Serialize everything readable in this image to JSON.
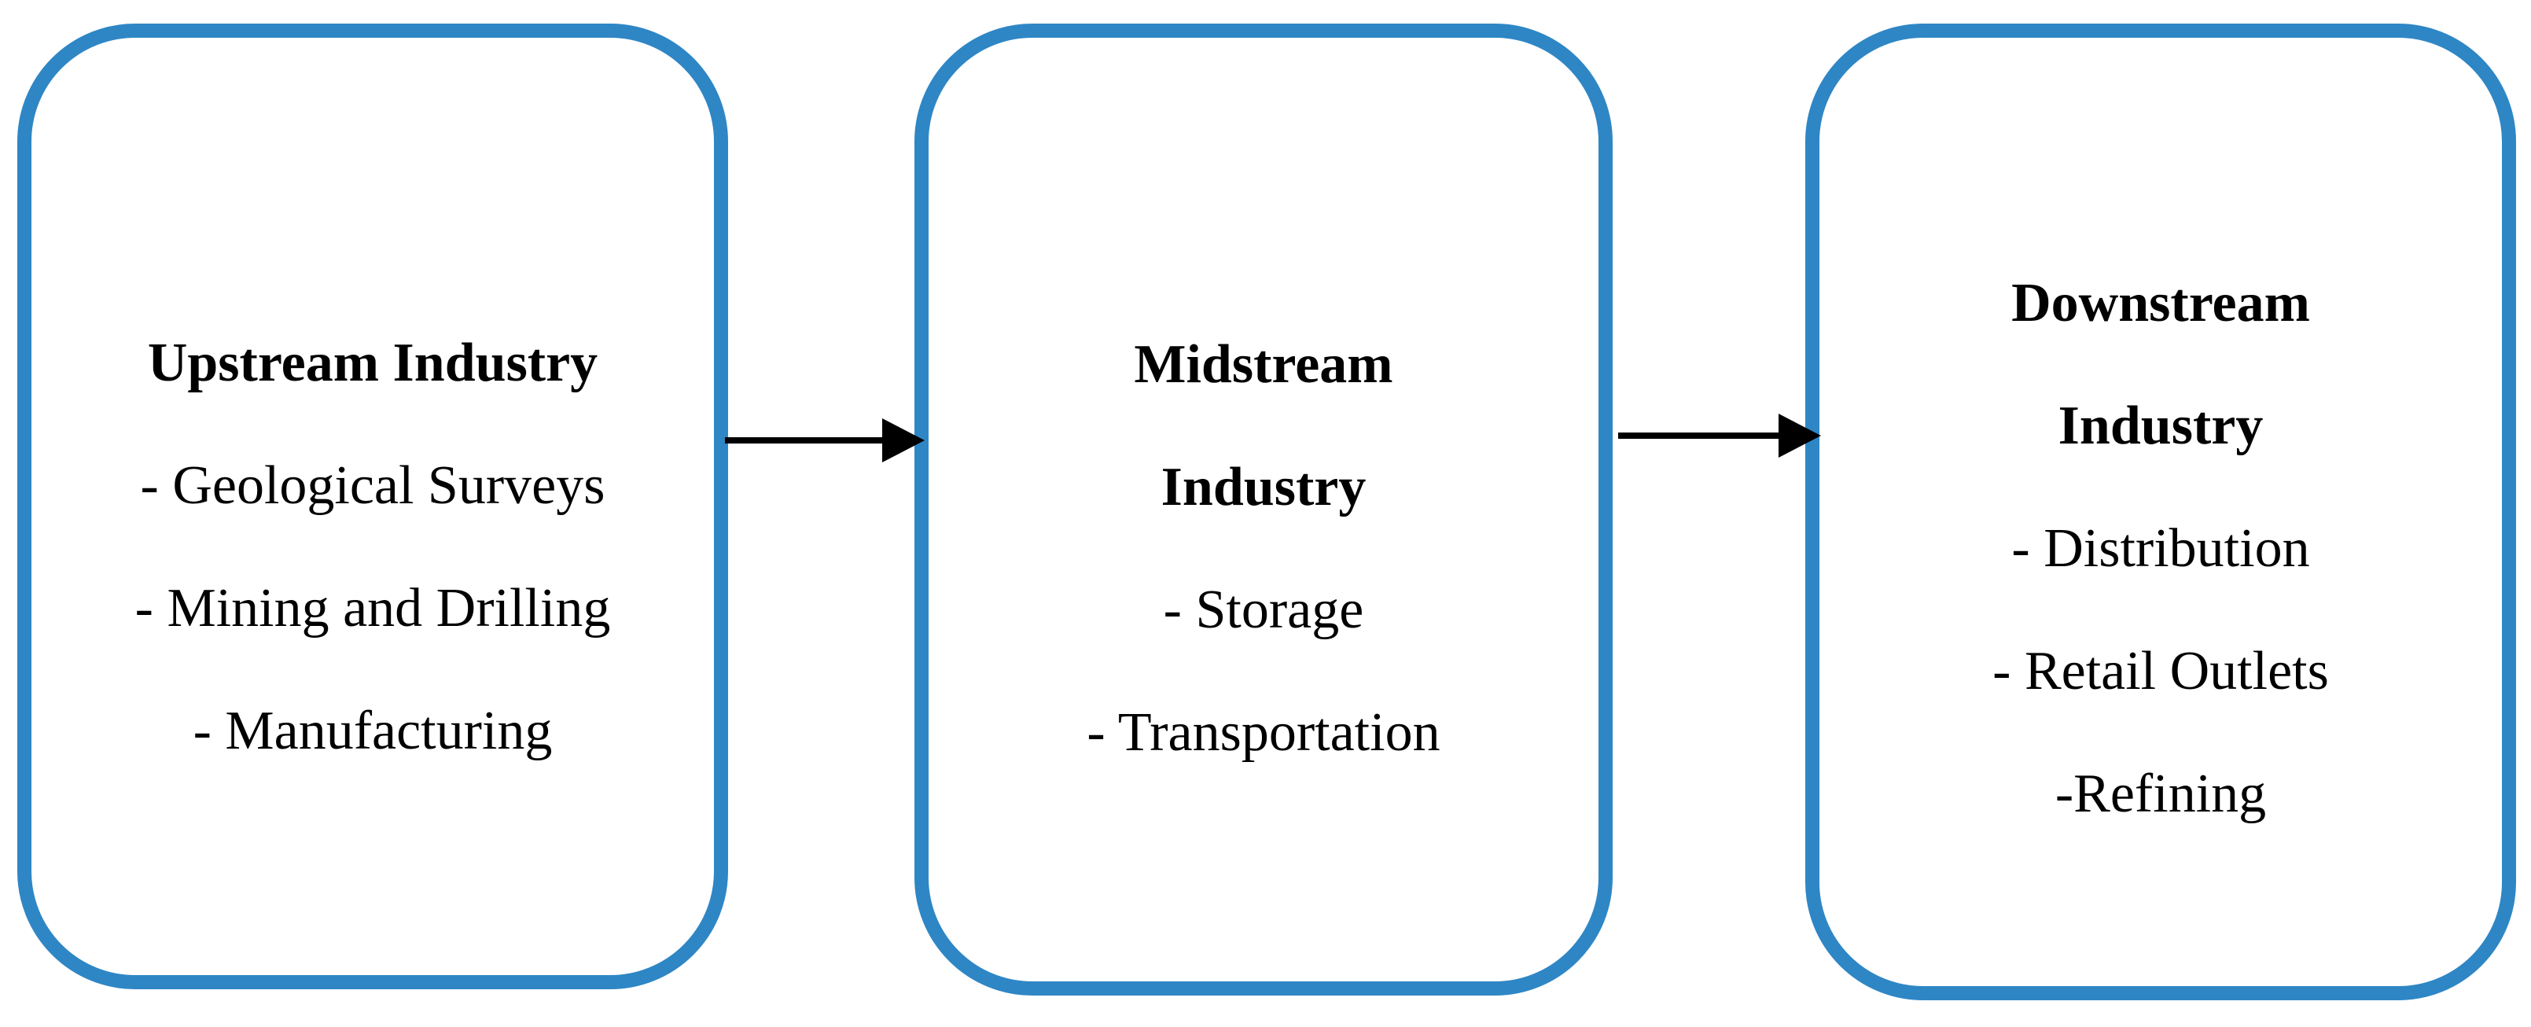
{
  "diagram": {
    "stages": [
      {
        "title_lines": [
          "Upstream Industry"
        ],
        "items": [
          "- Geological Surveys",
          "- Mining and Drilling",
          "- Manufacturing"
        ]
      },
      {
        "title_lines": [
          "Midstream",
          "Industry"
        ],
        "items": [
          "- Storage",
          "- Transportation"
        ]
      },
      {
        "title_lines": [
          "Downstream",
          "Industry"
        ],
        "items": [
          "- Distribution",
          "- Retail Outlets",
          "-Refining"
        ]
      }
    ],
    "colors": {
      "box_border": "#2e86c5",
      "arrow": "#000000",
      "text": "#000000"
    }
  }
}
